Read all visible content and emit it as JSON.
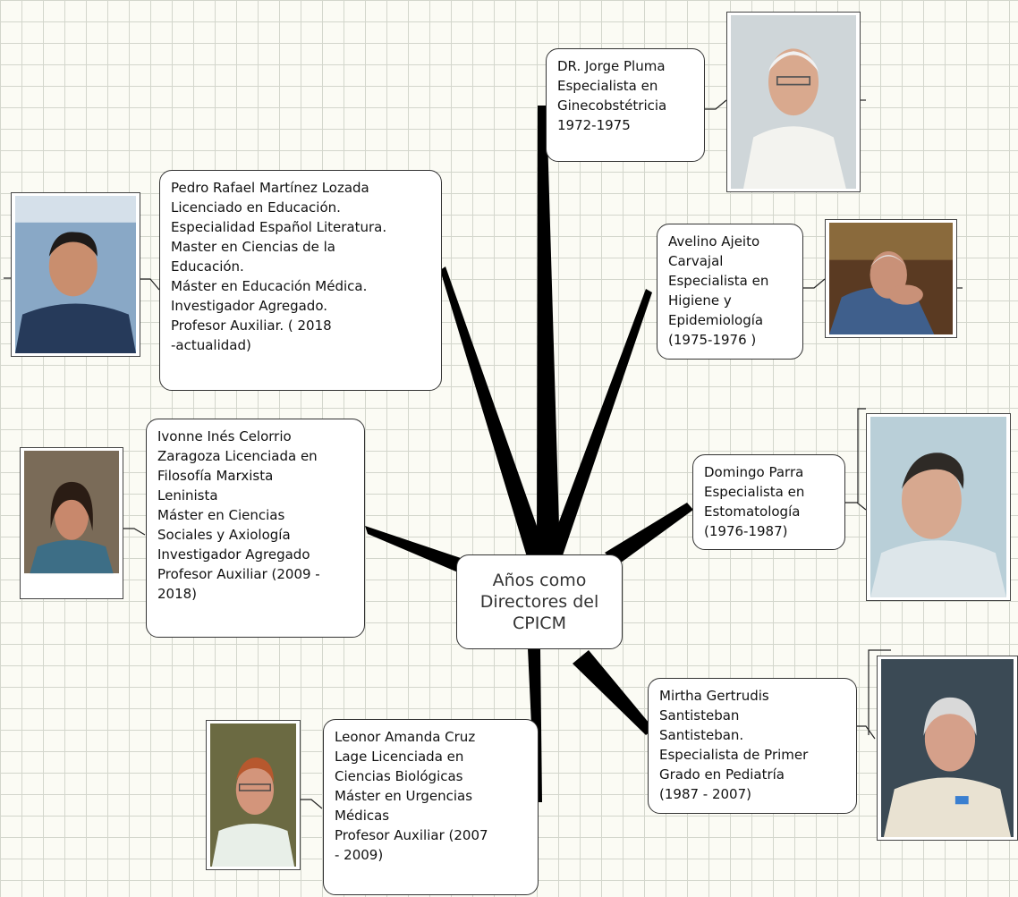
{
  "center": {
    "label": "Años como\nDirectores del\nCPICM"
  },
  "directors": [
    {
      "id": "pluma",
      "text": "DR. Jorge Pluma\nEspecialista en\nGinecobstétricia\n1972-1975",
      "photo": "portrait-elderly-man-white-hair"
    },
    {
      "id": "ajeito",
      "text": "Avelino Ajeito\nCarvajal\nEspecialista en\nHigiene y\nEpidemiología\n(1975-1976 )",
      "photo": "portrait-elderly-man-glasses"
    },
    {
      "id": "parra",
      "text": "Domingo Parra\nEspecialista en\nEstomatología\n(1976-1987)",
      "photo": "portrait-man-dark-hair"
    },
    {
      "id": "santisteban",
      "text": "Mirtha Gertrudis\nSantisteban\nSantisteban.\nEspecialista de Primer\nGrado en  Pediatría\n(1987 - 2007)",
      "photo": "portrait-woman-grey-hair"
    },
    {
      "id": "cruz",
      "text": "Leonor Amanda Cruz\nLage Licenciada en\nCiencias Biológicas\nMáster en Urgencias\nMédicas\nProfesor Auxiliar  (2007\n- 2009)",
      "photo": "portrait-woman-glasses"
    },
    {
      "id": "celorrio",
      "text": "Ivonne Inés Celorrio\nZaragoza Licenciada en\nFilosofía Marxista\nLeninista\nMáster en Ciencias\nSociales y Axiología\nInvestigador Agregado\nProfesor Auxiliar (2009 -\n2018)",
      "photo": "portrait-woman-dark-hair"
    },
    {
      "id": "martinez",
      "text": "Pedro Rafael Martínez Lozada\nLicenciado en Educación.\nEspecialidad Español Literatura.\nMaster en Ciencias de la\nEducación.\nMáster en Educación Médica.\nInvestigador Agregado.\nProfesor Auxiliar. ( 2018\n-actualidad)",
      "photo": "portrait-man-blue-shirt"
    }
  ]
}
